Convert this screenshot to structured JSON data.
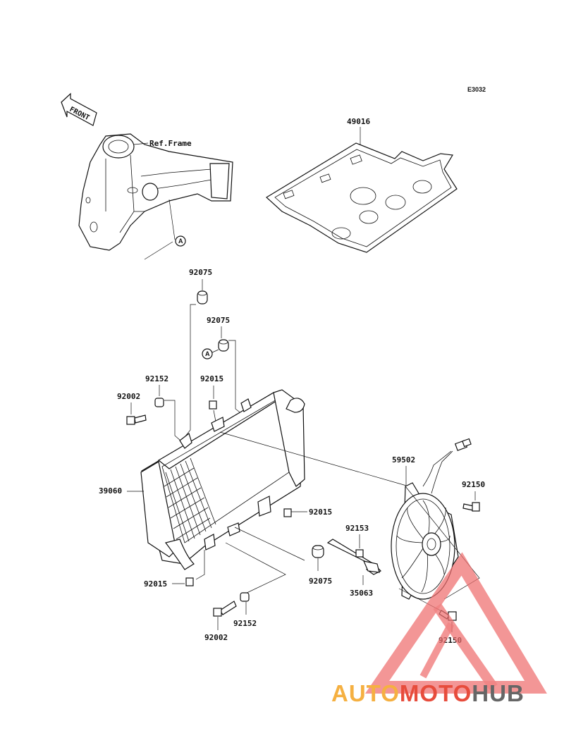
{
  "diagram": {
    "code": "E3032",
    "front_label": "FRONT",
    "ref_label": "Ref.Frame",
    "marker": "A",
    "parts": {
      "p49016": "49016",
      "p92075a": "92075",
      "p92075b": "92075",
      "p92075c": "92075",
      "p92152a": "92152",
      "p92152b": "92152",
      "p92002a": "92002",
      "p92002b": "92002",
      "p92015a": "92015",
      "p92015b": "92015",
      "p92015c": "92015",
      "p39060": "39060",
      "p59502": "59502",
      "p92150a": "92150",
      "p92150b": "92150",
      "p92153": "92153",
      "p35063": "35063"
    }
  },
  "watermark": {
    "part1": "AUTO",
    "part2": "MOTO",
    "part3": "HUB",
    "colors": {
      "orange": "#f5b041",
      "red": "#e74c3c",
      "gray": "#666666",
      "triangle": "#ef6f6f"
    }
  }
}
